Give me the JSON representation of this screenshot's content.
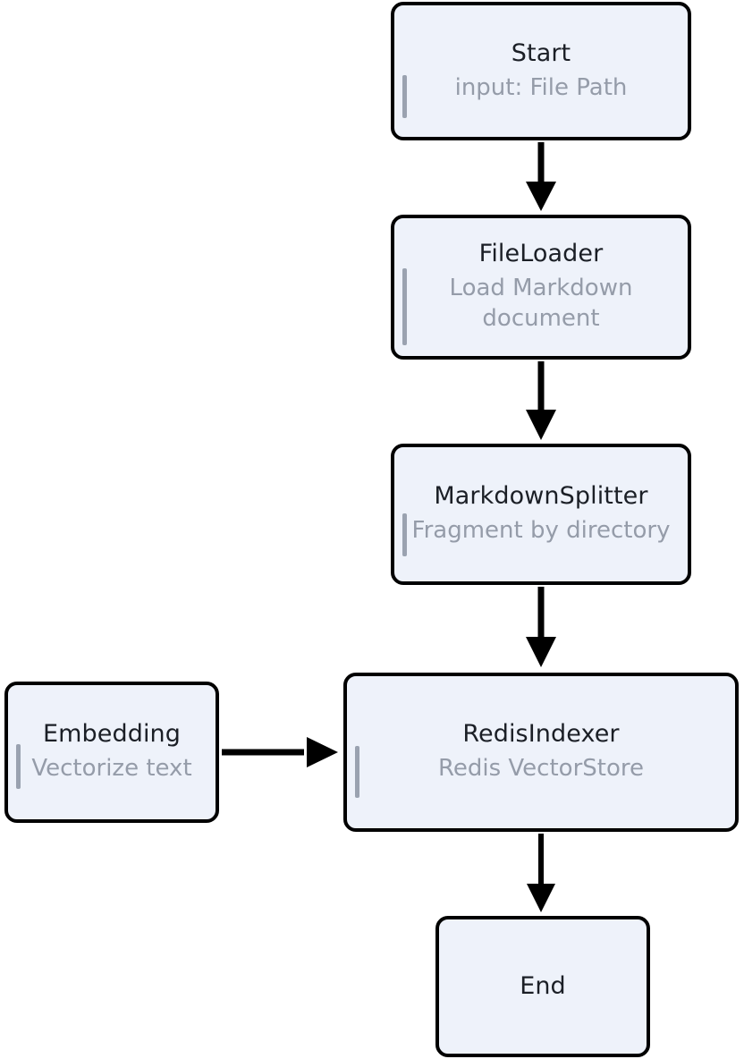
{
  "diagram": {
    "type": "flowchart",
    "orientation": "top-to-bottom",
    "background_color": "#ffffff",
    "node_fill_color": "#eef2fa",
    "node_border_color": "#000000",
    "title_color": "#1b1f26",
    "subtitle_color": "#959ca9",
    "accent_bar_color": "#9aa2b0",
    "edge_color": "#000000",
    "nodes": [
      {
        "id": "start",
        "title": "Start",
        "subtitle": "input: File Path"
      },
      {
        "id": "fileloader",
        "title": "FileLoader",
        "subtitle": "Load Markdown document"
      },
      {
        "id": "markdown",
        "title": "MarkdownSplitter",
        "subtitle": "Fragment by directory"
      },
      {
        "id": "redisindexer",
        "title": "RedisIndexer",
        "subtitle": "Redis VectorStore"
      },
      {
        "id": "embedding",
        "title": "Embedding",
        "subtitle": "Vectorize text"
      },
      {
        "id": "end",
        "title": "End",
        "subtitle": ""
      }
    ],
    "edges": [
      {
        "from": "start",
        "to": "fileloader",
        "direction": "down",
        "label": ""
      },
      {
        "from": "fileloader",
        "to": "markdown",
        "direction": "down",
        "label": ""
      },
      {
        "from": "markdown",
        "to": "redisindexer",
        "direction": "down",
        "label": ""
      },
      {
        "from": "embedding",
        "to": "redisindexer",
        "direction": "right",
        "label": ""
      },
      {
        "from": "redisindexer",
        "to": "end",
        "direction": "down",
        "label": ""
      }
    ]
  }
}
